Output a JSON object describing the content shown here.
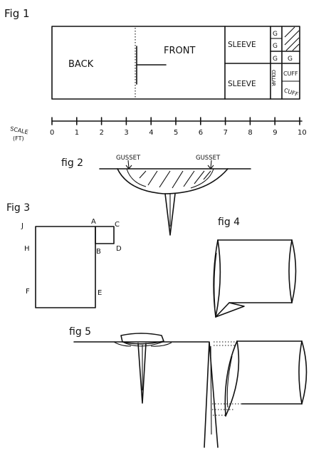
{
  "fig1": {
    "label": "Fig 1",
    "back": "BACK",
    "front": "FRONT",
    "sleeve_top": "SLEEVE",
    "sleeve_bottom": "SLEEVE",
    "gusset_marks": [
      "G",
      "G",
      "G",
      "G"
    ],
    "collar": "COLLAR",
    "cuff_top": "CUFF",
    "cuff_bottom": "CUFF"
  },
  "scale": {
    "label_line1": "SCALE",
    "label_line2": "(FT)",
    "ticks": [
      "0",
      "1",
      "2",
      "3",
      "4",
      "5",
      "6",
      "7",
      "8",
      "9",
      "10"
    ]
  },
  "fig2": {
    "label": "fig 2",
    "gusset_left": "GUSSET",
    "gusset_right": "GUSSET"
  },
  "fig3": {
    "label": "Fig 3",
    "points": {
      "J": "J",
      "A": "A",
      "C": "C",
      "H": "H",
      "B": "B",
      "D": "D",
      "F": "F",
      "E": "E"
    }
  },
  "fig4": {
    "label": "fig 4"
  },
  "fig5": {
    "label": "fig 5"
  }
}
